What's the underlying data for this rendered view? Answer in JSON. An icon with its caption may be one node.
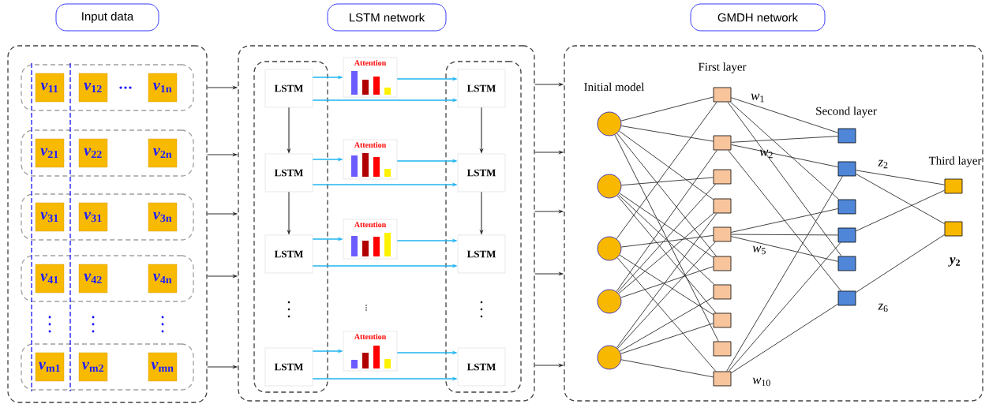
{
  "diagram": {
    "nodes": [
      {
        "text": [
          "Input data"
        ]
      },
      {
        "text": [
          "LSTM network"
        ]
      },
      {
        "text": [
          "GMDH network"
        ]
      },
      {
        "text": [],
        "shape": "box"
      },
      {
        "text": [],
        "shape": "box",
        "in": 3
      },
      {
        "text": [],
        "shape": "box",
        "in": 3
      },
      {
        "text": [],
        "shape": "box",
        "in": 3
      },
      {
        "text": [],
        "shape": "box",
        "in": 3
      },
      {
        "text": [],
        "shape": "box",
        "in": 3
      },
      {
        "text": [
          "*v*$_{11}$"
        ],
        "in": 4
      },
      {
        "text": [
          "*v*$_{12}$"
        ],
        "in": 4
      },
      {
        "text": [
          "*v*$_{1n}$"
        ],
        "in": 4
      },
      {
        "text": [
          "*v*$_{21}$"
        ],
        "in": 5
      },
      {
        "text": [
          "*v*$_{22}$"
        ],
        "in": 5
      },
      {
        "text": [
          "*v*$_{2n}$"
        ],
        "in": 5
      },
      {
        "text": [
          "*v*$_{31}$"
        ],
        "in": 6
      },
      {
        "text": [
          "*v*$_{31}$"
        ],
        "in": 6
      },
      {
        "text": [
          "*v*$_{3n}$"
        ],
        "in": 6
      },
      {
        "text": [
          "*v*$_{41}$"
        ],
        "in": 7
      },
      {
        "text": [
          "*v*$_{42}$"
        ],
        "in": 7
      },
      {
        "text": [
          "*v*$_{4n}$"
        ],
        "in": 7
      },
      {
        "text": [
          "*v*$_{m1}$"
        ],
        "in": 8
      },
      {
        "text": [
          "*v*$_{m2}$"
        ],
        "in": 8
      },
      {
        "text": [
          "*v*$_{mn}$"
        ],
        "in": 8
      },
      {
        "text": [],
        "shape": "box"
      },
      {
        "text": [],
        "shape": "box",
        "in": 24
      },
      {
        "text": [],
        "shape": "box",
        "in": 24
      },
      {
        "text": [
          "LSTM"
        ],
        "in": 25
      },
      {
        "text": [
          "LSTM"
        ],
        "in": 25
      },
      {
        "text": [
          "LSTM"
        ],
        "in": 25
      },
      {
        "text": [
          "LSTM"
        ],
        "in": 25
      },
      {
        "text": [
          "Attention"
        ],
        "in": 24
      },
      {
        "text": [
          "Attention"
        ],
        "in": 24
      },
      {
        "text": [
          "Attention"
        ],
        "in": 24
      },
      {
        "text": [
          "Attention"
        ],
        "in": 24
      },
      {
        "text": [
          "LSTM"
        ],
        "in": 26
      },
      {
        "text": [
          "LSTM"
        ],
        "in": 26
      },
      {
        "text": [
          "LSTM"
        ],
        "in": 26
      },
      {
        "text": [
          "LSTM"
        ],
        "in": 26
      },
      {
        "text": [],
        "shape": "box"
      },
      {
        "text": [],
        "shape": "circle",
        "in": 39
      },
      {
        "text": [],
        "shape": "circle",
        "in": 39
      },
      {
        "text": [],
        "shape": "circle",
        "in": 39
      },
      {
        "text": [],
        "shape": "circle",
        "in": 39
      },
      {
        "text": [],
        "shape": "circle",
        "in": 39
      },
      {
        "text": [],
        "shape": "box",
        "in": 39,
        "beside": [
          "*w*$_{1}$"
        ]
      },
      {
        "text": [],
        "shape": "box",
        "in": 39,
        "beside": [
          "*w*$_{2}$"
        ]
      },
      {
        "text": [],
        "shape": "box",
        "in": 39
      },
      {
        "text": [],
        "shape": "box",
        "in": 39
      },
      {
        "text": [],
        "shape": "box",
        "in": 39,
        "beside": [
          "*w*$_{5}$"
        ]
      },
      {
        "text": [],
        "shape": "box",
        "in": 39
      },
      {
        "text": [],
        "shape": "box",
        "in": 39
      },
      {
        "text": [],
        "shape": "box",
        "in": 39
      },
      {
        "text": [],
        "shape": "box",
        "in": 39
      },
      {
        "text": [],
        "shape": "box",
        "in": 39,
        "beside": [
          "*w*$_{10}$"
        ]
      },
      {
        "text": [],
        "shape": "box",
        "in": 39
      },
      {
        "text": [],
        "shape": "box",
        "in": 39,
        "beside": [
          "*z*$_{2}$"
        ]
      },
      {
        "text": [],
        "shape": "box",
        "in": 39
      },
      {
        "text": [],
        "shape": "box",
        "in": 39
      },
      {
        "text": [],
        "shape": "box",
        "in": 39
      },
      {
        "text": [],
        "shape": "box",
        "in": 39,
        "beside": [
          "*z*$_{6}$"
        ]
      },
      {
        "text": [],
        "shape": "box",
        "in": 39
      },
      {
        "text": [],
        "shape": "box",
        "in": 39,
        "beside": [
          "*y*$_{2}$"
        ]
      }
    ],
    "edges": [
      {
        "from": 3,
        "to": 24,
        "arrow": "to"
      },
      {
        "from": 3,
        "to": 24,
        "arrow": "to"
      },
      {
        "from": 3,
        "to": 24,
        "arrow": "to"
      },
      {
        "from": 3,
        "to": 24,
        "arrow": "to"
      },
      {
        "from": 3,
        "to": 24,
        "arrow": "to"
      },
      {
        "from": 24,
        "to": 39,
        "arrow": "to"
      },
      {
        "from": 24,
        "to": 39,
        "arrow": "to"
      },
      {
        "from": 24,
        "to": 39,
        "arrow": "to"
      },
      {
        "from": 24,
        "to": 39,
        "arrow": "to"
      },
      {
        "from": 24,
        "to": 39,
        "arrow": "to"
      },
      {
        "from": 27,
        "to": 28,
        "arrow": "to"
      },
      {
        "from": 28,
        "to": 29,
        "arrow": "to"
      },
      {
        "from": 35,
        "to": 36,
        "arrow": "to"
      },
      {
        "from": 36,
        "to": 37,
        "arrow": "to"
      },
      {
        "from": 27,
        "to": 31,
        "arrow": "to",
        "color": "#1eb4f0"
      },
      {
        "from": 31,
        "to": 35,
        "arrow": "to",
        "color": "#1eb4f0"
      },
      {
        "from": 27,
        "to": 35,
        "arrow": "to",
        "color": "#1eb4f0"
      },
      {
        "from": 28,
        "to": 32,
        "arrow": "to",
        "color": "#1eb4f0"
      },
      {
        "from": 32,
        "to": 36,
        "arrow": "to",
        "color": "#1eb4f0"
      },
      {
        "from": 28,
        "to": 36,
        "arrow": "to",
        "color": "#1eb4f0"
      },
      {
        "from": 29,
        "to": 33,
        "arrow": "to",
        "color": "#1eb4f0"
      },
      {
        "from": 33,
        "to": 37,
        "arrow": "to",
        "color": "#1eb4f0"
      },
      {
        "from": 29,
        "to": 37,
        "arrow": "to",
        "color": "#1eb4f0"
      },
      {
        "from": 30,
        "to": 34,
        "arrow": "to",
        "color": "#1eb4f0"
      },
      {
        "from": 34,
        "to": 38,
        "arrow": "to",
        "color": "#1eb4f0"
      },
      {
        "from": 30,
        "to": 38,
        "arrow": "to",
        "color": "#1eb4f0"
      },
      {
        "from": 40,
        "to": 45,
        "arrow": "none"
      },
      {
        "from": 40,
        "to": 46,
        "arrow": "none"
      },
      {
        "from": 40,
        "to": 48,
        "arrow": "none"
      },
      {
        "from": 40,
        "to": 50,
        "arrow": "none"
      },
      {
        "from": 40,
        "to": 53,
        "arrow": "none"
      },
      {
        "from": 41,
        "to": 47,
        "arrow": "none"
      },
      {
        "from": 41,
        "to": 50,
        "arrow": "none"
      },
      {
        "from": 41,
        "to": 51,
        "arrow": "none"
      },
      {
        "from": 41,
        "to": 52,
        "arrow": "none"
      },
      {
        "from": 42,
        "to": 45,
        "arrow": "none"
      },
      {
        "from": 42,
        "to": 49,
        "arrow": "none"
      },
      {
        "from": 42,
        "to": 52,
        "arrow": "none"
      },
      {
        "from": 42,
        "to": 54,
        "arrow": "none"
      },
      {
        "from": 43,
        "to": 46,
        "arrow": "none"
      },
      {
        "from": 43,
        "to": 47,
        "arrow": "none"
      },
      {
        "from": 43,
        "to": 48,
        "arrow": "none"
      },
      {
        "from": 43,
        "to": 50,
        "arrow": "none"
      },
      {
        "from": 44,
        "to": 48,
        "arrow": "none"
      },
      {
        "from": 44,
        "to": 49,
        "arrow": "none"
      },
      {
        "from": 44,
        "to": 51,
        "arrow": "none"
      },
      {
        "from": 44,
        "to": 52,
        "arrow": "none"
      },
      {
        "from": 44,
        "to": 54,
        "arrow": "none"
      },
      {
        "from": 45,
        "to": 55,
        "arrow": "none"
      },
      {
        "from": 45,
        "to": 57,
        "arrow": "none"
      },
      {
        "from": 45,
        "to": 59,
        "arrow": "none"
      },
      {
        "from": 46,
        "to": 55,
        "arrow": "none"
      },
      {
        "from": 46,
        "to": 56,
        "arrow": "none"
      },
      {
        "from": 46,
        "to": 60,
        "arrow": "none"
      },
      {
        "from": 49,
        "to": 57,
        "arrow": "none"
      },
      {
        "from": 49,
        "to": 58,
        "arrow": "none"
      },
      {
        "from": 49,
        "to": 59,
        "arrow": "none"
      },
      {
        "from": 54,
        "to": 56,
        "arrow": "none"
      },
      {
        "from": 54,
        "to": 58,
        "arrow": "none"
      },
      {
        "from": 54,
        "to": 60,
        "arrow": "none"
      },
      {
        "from": 56,
        "to": 61,
        "arrow": "none"
      },
      {
        "from": 56,
        "to": 62,
        "arrow": "none"
      },
      {
        "from": 58,
        "to": 61,
        "arrow": "none"
      },
      {
        "from": 60,
        "to": 62,
        "arrow": "none"
      }
    ],
    "labels": [
      "First layer",
      "Initial model",
      "Second layer",
      "Third layer"
    ]
  }
}
